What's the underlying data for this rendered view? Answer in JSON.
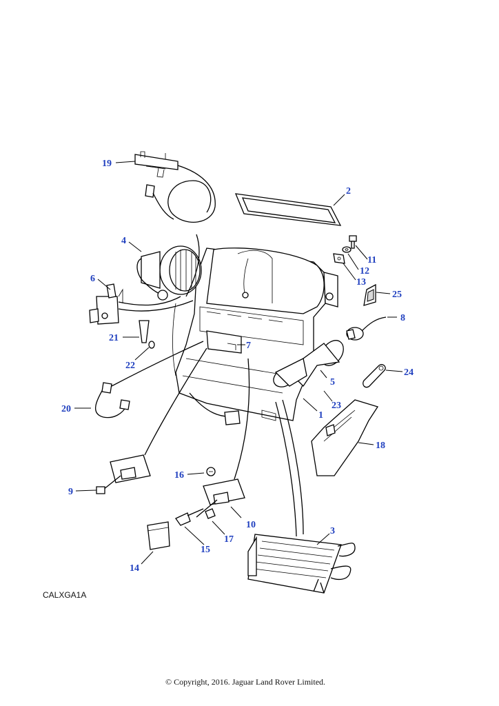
{
  "diagram": {
    "reference_code": "CALXGA1A",
    "copyright": "© Copyright, 2016. Jaguar Land Rover Limited.",
    "callout_color": "#1f3fbf",
    "callouts": [
      "1",
      "2",
      "3",
      "4",
      "5",
      "6",
      "7",
      "8",
      "9",
      "10",
      "11",
      "12",
      "13",
      "14",
      "15",
      "16",
      "17",
      "18",
      "19",
      "20",
      "21",
      "22",
      "23",
      "24",
      "25"
    ]
  }
}
